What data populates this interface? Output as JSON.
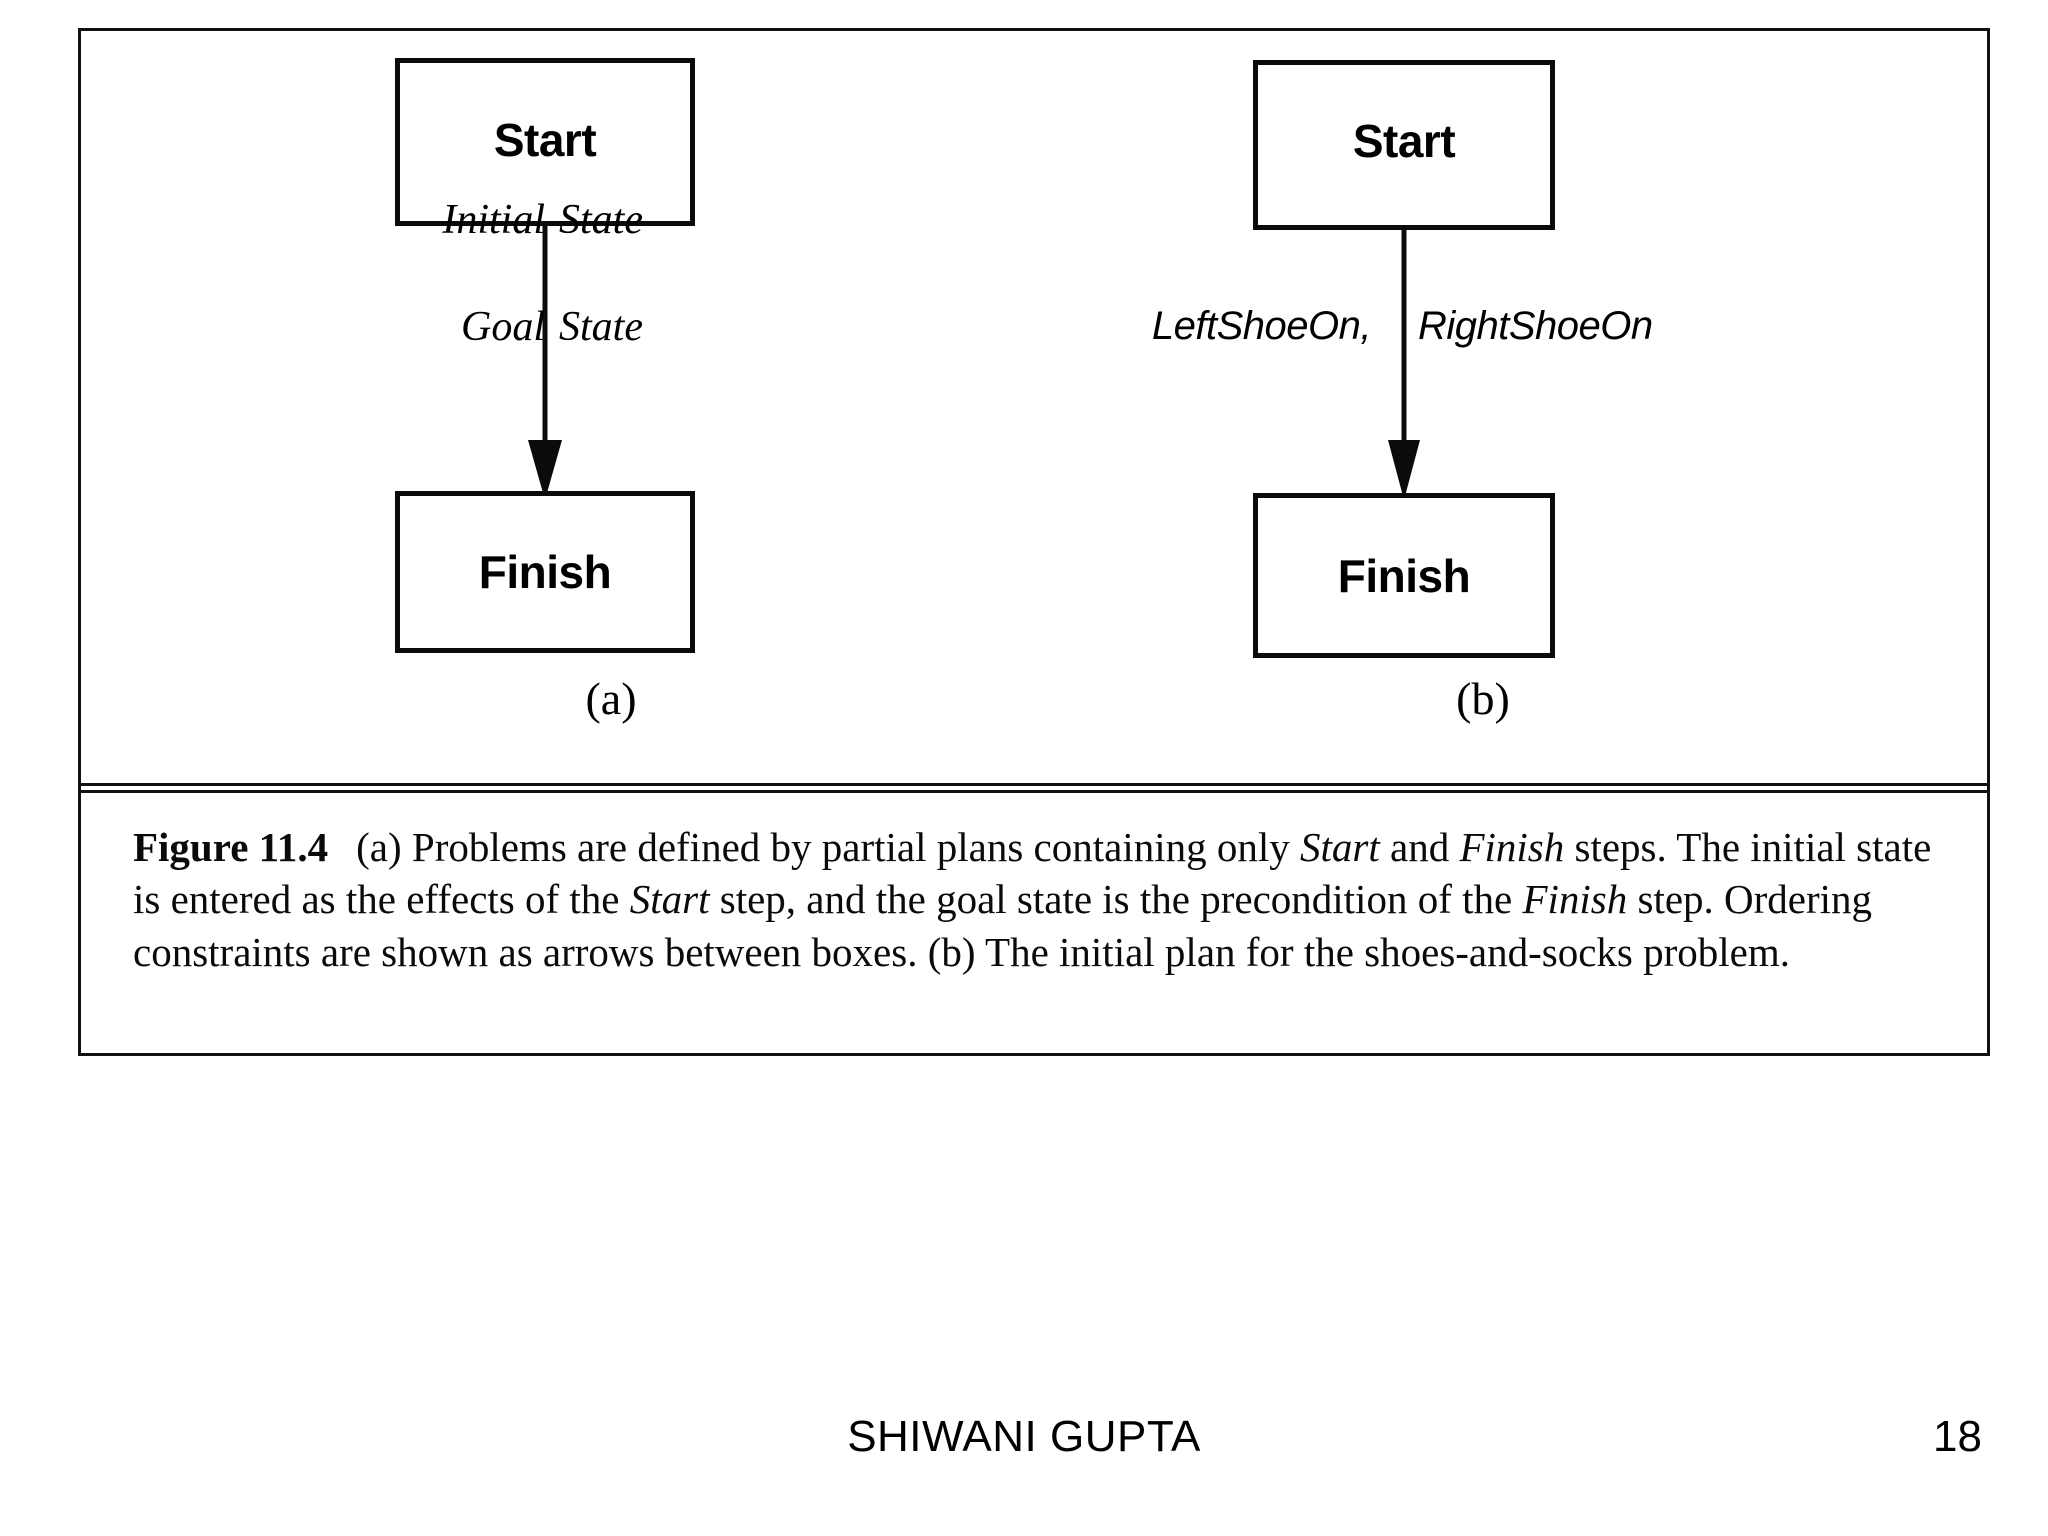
{
  "figure": {
    "frame_present": true,
    "panels": [
      {
        "id": "a",
        "sub_caption": "(a)",
        "start_node": "Start",
        "finish_node": "Finish",
        "edge_labels": {
          "upper_left": "Initial",
          "upper_right": "State",
          "lower_left": "Goal",
          "lower_right": "State"
        }
      },
      {
        "id": "b",
        "sub_caption": "(b)",
        "start_node": "Start",
        "finish_node": "Finish",
        "edge_labels": {
          "left": "LeftShoeOn,",
          "right": "RightShoeOn"
        }
      }
    ]
  },
  "caption": {
    "figure_number": "Figure 11.4",
    "segments": [
      {
        "text": "(a) Problems are defined by partial plans containing only ",
        "style": "normal"
      },
      {
        "text": "Start",
        "style": "italic"
      },
      {
        "text": " and ",
        "style": "normal"
      },
      {
        "text": "Finish",
        "style": "italic"
      },
      {
        "text": " steps. The initial state is entered as the effects of the ",
        "style": "normal"
      },
      {
        "text": "Start",
        "style": "italic"
      },
      {
        "text": " step, and the goal state is the precondition of the ",
        "style": "normal"
      },
      {
        "text": "Finish",
        "style": "italic"
      },
      {
        "text": " step. Ordering constraints are shown as arrows between boxes. (b) The initial plan for the shoes-and-socks problem.",
        "style": "normal"
      }
    ],
    "full_text": "Figure 11.4    (a) Problems are defined by partial plans containing only Start and Finish steps. The initial state is entered as the effects of the Start step, and the goal state is the precondition of the Finish step. Ordering constraints are shown as arrows between boxes. (b) The initial plan for the shoes-and-socks problem."
  },
  "footer": {
    "author": "SHIWANI GUPTA",
    "page_number": "18"
  },
  "colors": {
    "ink": "#000000",
    "frame": "#111111",
    "background": "#ffffff"
  }
}
